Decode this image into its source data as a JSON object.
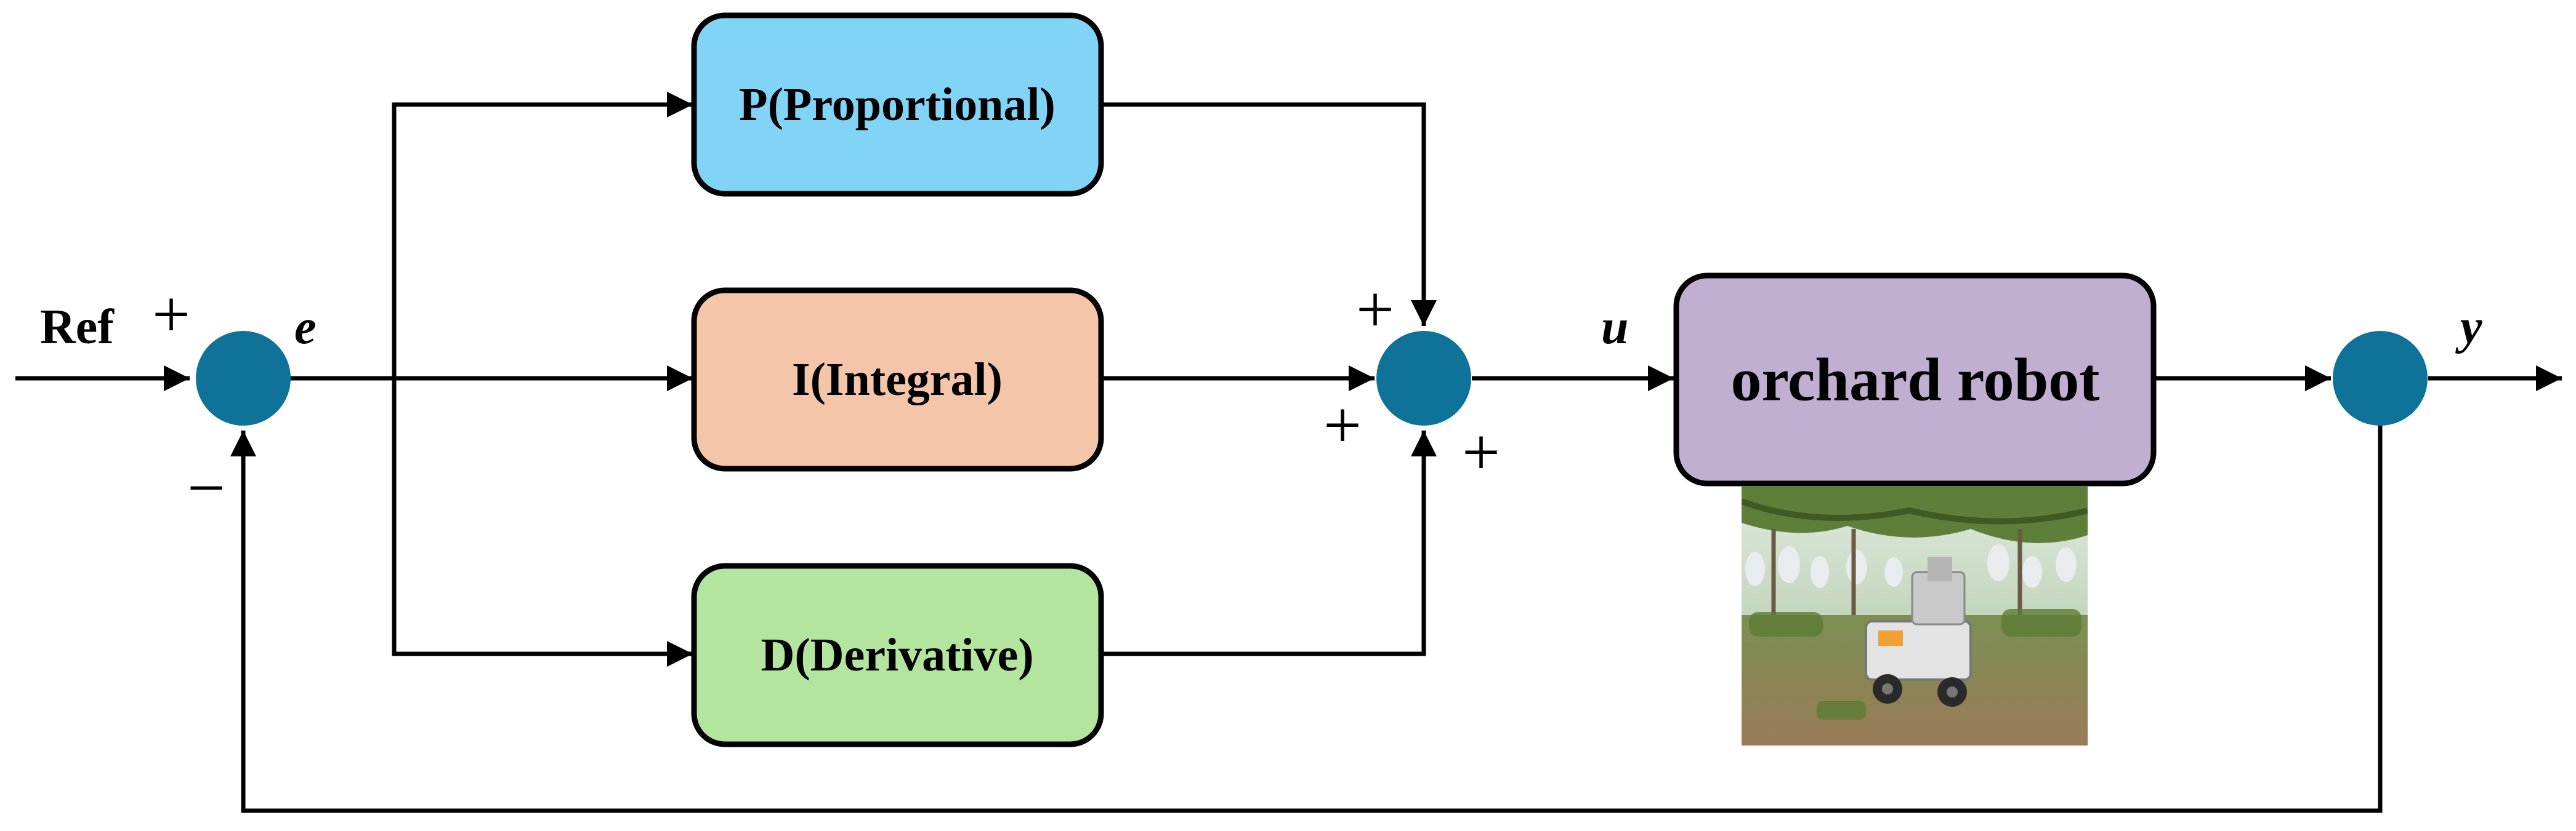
{
  "blocks": {
    "p": {
      "label": "P(Proportional)",
      "color": "#82d4f7"
    },
    "i": {
      "label": "I(Integral)",
      "color": "#f5c5a9"
    },
    "d": {
      "label": "D(Derivative)",
      "color": "#b3e59e"
    },
    "plant": {
      "label": "orchard robot",
      "color": "#c0afd1"
    }
  },
  "signals": {
    "ref": "Ref",
    "error": "e",
    "control": "u",
    "output": "y"
  },
  "signs": {
    "ref_plus": "+",
    "feedback_minus": "−",
    "sum_top_plus": "+",
    "sum_left_plus": "+",
    "sum_bottom_plus": "+"
  },
  "colors": {
    "junction": "#0e7299",
    "line": "#000000"
  },
  "icons": {
    "photo": "orchard-robot-photo"
  }
}
